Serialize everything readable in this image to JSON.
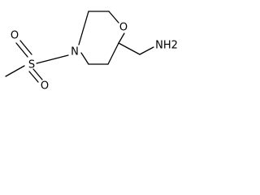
{
  "molecule": {
    "atoms": {
      "ring_oxygen": "O",
      "ring_nitrogen": "N",
      "sulfur": "S",
      "sulfonyl_oxygen_top": "O",
      "sulfonyl_oxygen_bottom": "O",
      "amine": "NH2"
    },
    "colors": {
      "bond": "#000000",
      "label": "#000000",
      "background": "#ffffff"
    }
  }
}
